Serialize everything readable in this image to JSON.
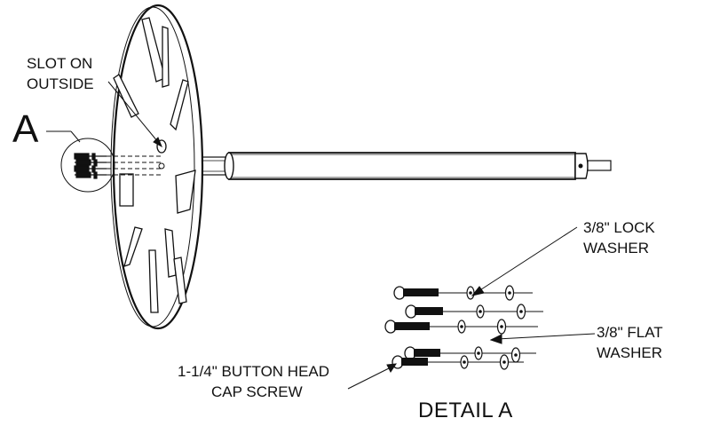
{
  "callouts": {
    "slot_line1": "SLOT ON",
    "slot_line2": "OUTSIDE",
    "detail_letter": "A",
    "lock_line1": "3/8\" LOCK",
    "lock_line2": "WASHER",
    "flat_line1": "3/8\" FLAT",
    "flat_line2": "WASHER",
    "screw_line1": "1-1/4\" BUTTON HEAD",
    "screw_line2": "CAP SCREW",
    "detail_title": "DETAIL A"
  }
}
